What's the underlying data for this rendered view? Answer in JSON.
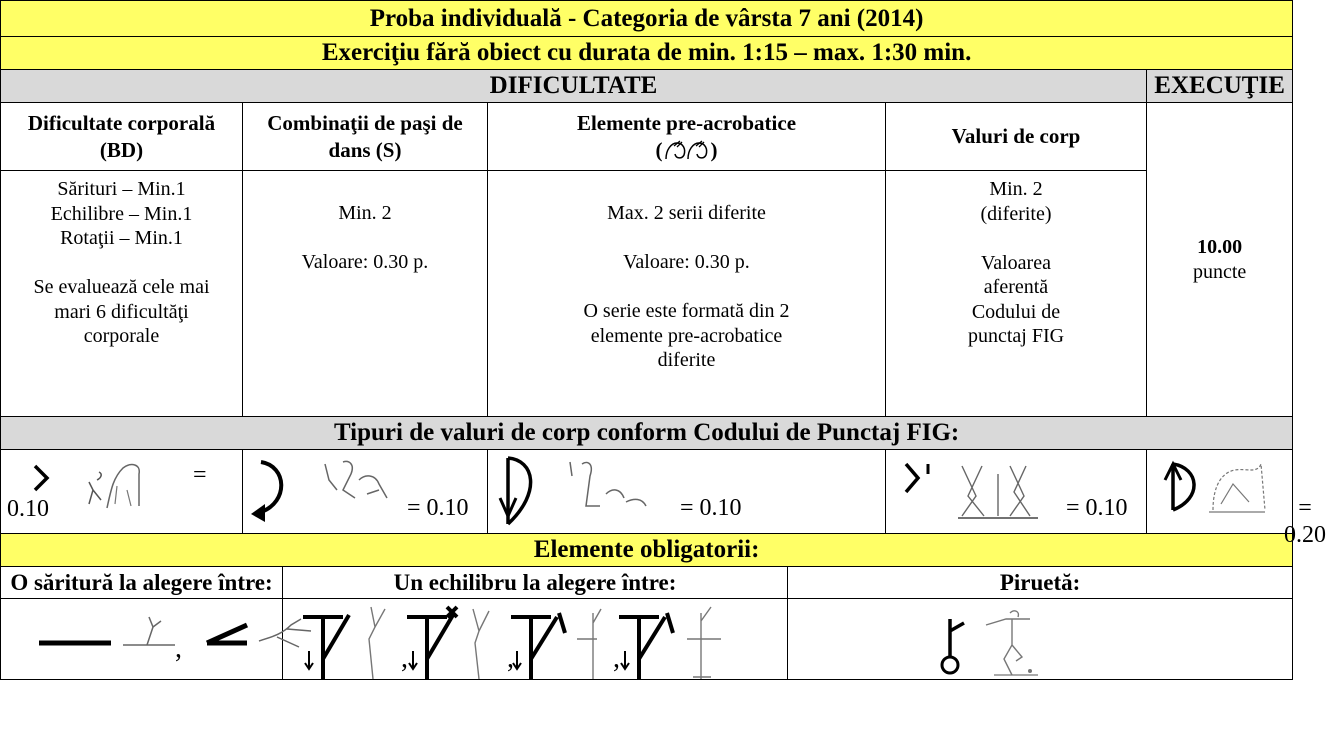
{
  "title": "Proba individuală - Categoria de vârsta 7 ani (2014)",
  "subtitle": "Exerciţiu fără obiect cu durata de min. 1:15 – max. 1:30 min.",
  "section_headers": {
    "difficulty": "DIFICULTATE",
    "execution": "EXECUŢIE"
  },
  "columns": {
    "body_difficulty": {
      "line1": "Dificultate corporală",
      "line2": "(BD)"
    },
    "dance_steps": {
      "line1": "Combinaţii de paşi de",
      "line2": "dans (S)"
    },
    "pre_acro": {
      "line1": "Elemente pre-acrobatice",
      "line2_open": "(",
      "line2_close": ")"
    },
    "body_waves": "Valuri de corp"
  },
  "cells": {
    "body_difficulty": [
      "Sărituri – Min.1",
      "Echilibre – Min.1",
      "Rotaţii – Min.1",
      "",
      "Se evaluează cele mai",
      "mari 6 dificultăţi",
      "corporale"
    ],
    "dance_steps": [
      "Min. 2",
      "",
      "Valoare: 0.30 p."
    ],
    "pre_acro": [
      "Max. 2 serii diferite",
      "",
      "Valoare: 0.30 p.",
      "",
      "O serie este formată din 2",
      "elemente pre-acrobatice",
      "diferite"
    ],
    "body_waves": [
      "Min. 2",
      "(diferite)",
      "",
      "Valoarea",
      "aferentă",
      "Codului de",
      "punctaj FIG"
    ],
    "execution_score": "10.00",
    "execution_unit": "puncte"
  },
  "wave_types_header": "Tipuri de valuri de corp conform Codului de Punctaj FIG:",
  "wave_types": [
    {
      "eq": "=",
      "value": "0.10",
      "icon": "wave-bracket-icon"
    },
    {
      "eq": "= 0.10",
      "icon": "wave-arrow-curve-icon"
    },
    {
      "eq": "= 0.10",
      "icon": "wave-d-arrow-icon"
    },
    {
      "eq": "= 0.10",
      "icon": "wave-bracket-tick-icon"
    },
    {
      "eq": "= 0.20",
      "icon": "wave-d-up-icon"
    }
  ],
  "mandatory_header": "Elemente obligatorii:",
  "mandatory": {
    "jump": "O săritură la alegere între:",
    "balance": "Un echilibru la alegere între:",
    "pirouette": "Piruetă:"
  },
  "separators": {
    "comma": ","
  }
}
